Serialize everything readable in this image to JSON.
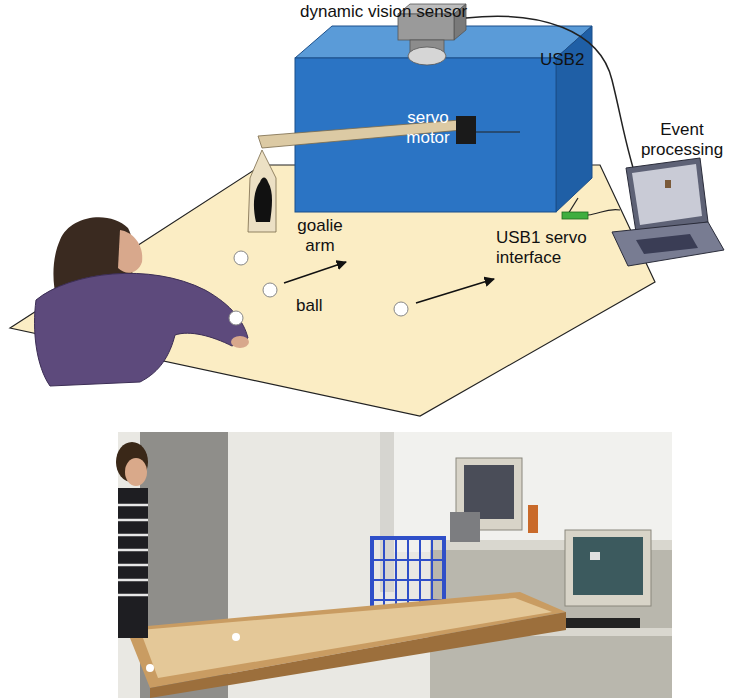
{
  "diagram": {
    "labels": [
      "dynamic vision sensor",
      "USB2",
      "servo motor",
      "Event processing",
      "goalie arm",
      "USB1 servo interface",
      "ball"
    ]
  }
}
